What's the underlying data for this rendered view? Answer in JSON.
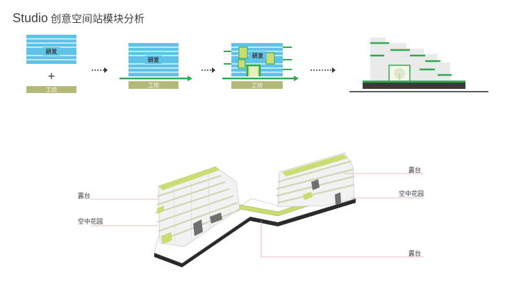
{
  "title": {
    "en": "Studio",
    "cn": "创意空间站模块分析"
  },
  "steps": {
    "research_label": "研发",
    "plus_symbol": "+",
    "workshop_label": "工坊"
  },
  "callouts": {
    "left_terrace": "露台",
    "left_sky_garden": "空中花园",
    "right_terrace": "露台",
    "right_sky_garden": "空中花园",
    "bottom_terrace": "露台"
  },
  "colors": {
    "blue": "#5fc3e8",
    "green": "#2fa84f",
    "olive": "#b5b977",
    "roof_green": "#c9dd73",
    "pink_leader": "#e7a7a7"
  }
}
